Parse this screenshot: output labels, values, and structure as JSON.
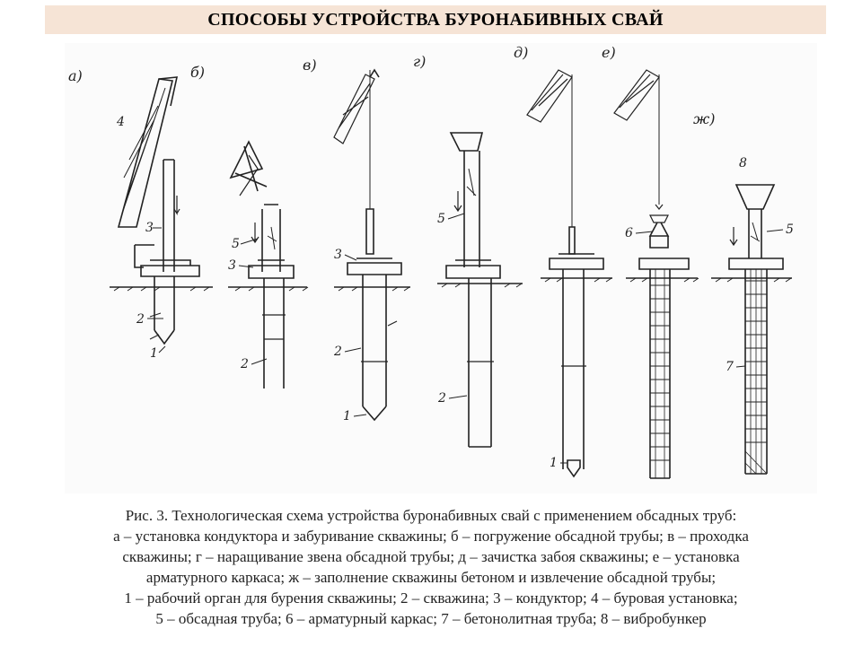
{
  "title": "СПОСОБЫ УСТРОЙСТВА БУРОНАБИВНЫХ СВАЙ",
  "figure": {
    "panel_labels": [
      "а)",
      "б)",
      "в)",
      "г)",
      "д)",
      "е)",
      "ж)"
    ],
    "part_labels": {
      "a": [
        "4",
        "3",
        "2",
        "1"
      ],
      "b": [
        "5",
        "3",
        "2"
      ],
      "v": [
        "3",
        "2",
        "1"
      ],
      "g": [
        "5",
        "2"
      ],
      "d": [
        "1"
      ],
      "e": [
        "6"
      ],
      "zh": [
        "8",
        "5",
        "7"
      ]
    }
  },
  "caption": {
    "lines": [
      "Рис. 3. Технологическая схема устройства буронабивных свай с применением обсадных труб:",
      "а – установка кондуктора и забуривание скважины; б – погружение обсадной трубы; в – проходка",
      "скважины; г – наращивание звена обсадной трубы; д – зачистка забоя скважины;  е – установка",
      "арматурного каркаса; ж – заполнение скважины бетоном и извлечение обсадной трубы;",
      "1 – рабочий орган для бурения скважины; 2 – скважина; 3 – кондуктор; 4 – буровая установка;",
      "5 – обсадная труба; 6 – арматурный каркас; 7 – бетонолитная труба; 8 – вибробункер"
    ]
  }
}
